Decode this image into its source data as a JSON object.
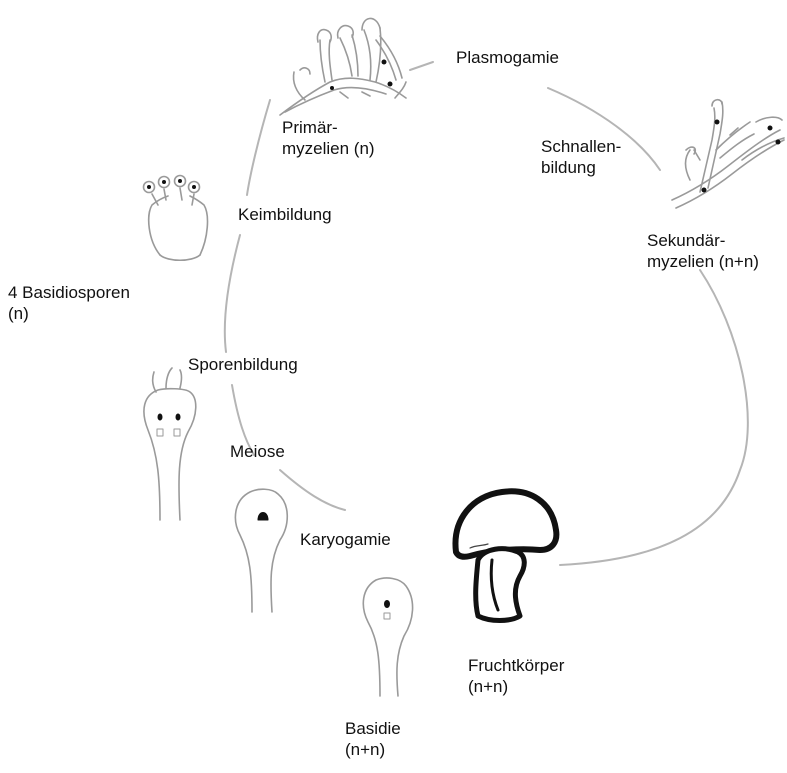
{
  "colors": {
    "ink": "#111111",
    "sketch": "#9a9a9a",
    "cycle_line": "#b5b5b5",
    "background": "#ffffff"
  },
  "labels": {
    "plasmogamie": [
      "Plasmogamie"
    ],
    "primaermyzelien": [
      "Primär-",
      "myzelien (n)"
    ],
    "schnallenbildung": [
      "Schnallen-",
      "bildung"
    ],
    "keimbildung": [
      "Keimbildung"
    ],
    "sekundaermyzelien": [
      "Sekundär-",
      "myzelien (n+n)"
    ],
    "basidiosporen": [
      "4 Basidiosporen",
      "(n)"
    ],
    "sporenbildung": [
      "Sporenbildung"
    ],
    "meiose": [
      "Meiose"
    ],
    "karyogamie": [
      "Karyogamie"
    ],
    "fruchtkoerper": [
      "Fruchtkörper",
      "(n+n)"
    ],
    "basidie": [
      "Basidie",
      "(n+n)"
    ]
  }
}
